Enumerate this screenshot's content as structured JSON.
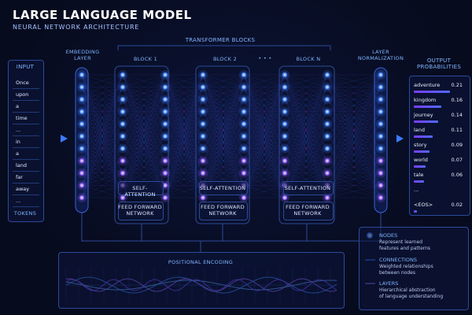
{
  "header": {
    "title": "LARGE LANGUAGE MODEL",
    "subtitle": "NEURAL NETWORK ARCHITECTURE"
  },
  "input": {
    "label": "INPUT",
    "tokens": [
      "Once",
      "upon",
      "a",
      "time",
      "...",
      "in",
      "a",
      "land",
      "far",
      "away",
      "..."
    ],
    "footer": "TOKENS"
  },
  "embedding": {
    "label_line1": "EMBEDDING",
    "label_line2": "LAYER"
  },
  "transformer": {
    "label": "TRANSFORMER BLOCKS",
    "ellipsis": "• • •",
    "blocks": [
      {
        "name": "BLOCK 1",
        "attention": "SELF-ATTENTION",
        "ffn_line1": "FEED FORWARD",
        "ffn_line2": "NETWORK"
      },
      {
        "name": "BLOCK 2",
        "attention": "SELF-ATTENTION",
        "ffn_line1": "FEED FORWARD",
        "ffn_line2": "NETWORK"
      },
      {
        "name": "BLOCK N",
        "attention": "SELF-ATTENTION",
        "ffn_line1": "FEED FORWARD",
        "ffn_line2": "NETWORK"
      }
    ]
  },
  "normalization": {
    "label_line1": "LAYER",
    "label_line2": "NORMALIZATION"
  },
  "output": {
    "label_line1": "OUTPUT",
    "label_line2": "PROBABILITIES",
    "items": [
      {
        "word": "adventure",
        "prob": "0.21",
        "value": 0.21
      },
      {
        "word": "kingdom",
        "prob": "0.16",
        "value": 0.16
      },
      {
        "word": "journey",
        "prob": "0.14",
        "value": 0.14
      },
      {
        "word": "land",
        "prob": "0.11",
        "value": 0.11
      },
      {
        "word": "story",
        "prob": "0.09",
        "value": 0.09
      },
      {
        "word": "world",
        "prob": "0.07",
        "value": 0.07
      },
      {
        "word": "tale",
        "prob": "0.06",
        "value": 0.06
      },
      {
        "word": "...",
        "prob": "",
        "value": 0
      },
      {
        "word": "<EOS>",
        "prob": "0.02",
        "value": 0.02
      }
    ]
  },
  "positional": {
    "label": "POSITIONAL ENCODING"
  },
  "legend": {
    "nodes_title": "NODES",
    "nodes_line1": "Represent learned",
    "nodes_line2": "features and patterns",
    "connections_title": "CONNECTIONS",
    "connections_line1": "Weighted relationships",
    "connections_line2": "between nodes",
    "layers_title": "LAYERS",
    "layers_line1": "Hierarchical abstraction",
    "layers_line2": "of language understanding"
  },
  "colors": {
    "background": "#070b1e",
    "node_blue": "#3d8bff",
    "node_violet": "#9b6bff",
    "accent_line": "#2c6bff",
    "bar": "#7a3cff"
  }
}
